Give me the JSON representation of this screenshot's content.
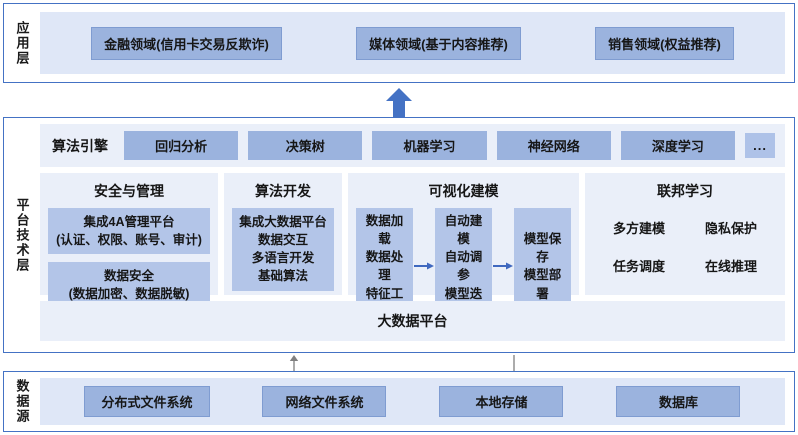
{
  "application_layer": {
    "label": "应用层",
    "chips": [
      {
        "text": "金融领域(信用卡交易反欺诈)"
      },
      {
        "text": "媒体领域(基于内容推荐)"
      },
      {
        "text": "销售领域(权益推荐)"
      }
    ]
  },
  "up_arrow": {
    "name": "up-arrow",
    "color": "#4472c4"
  },
  "platform_layer": {
    "label": "平台技术层",
    "engine": {
      "title": "算法引擎",
      "chips": [
        {
          "text": "回归分析"
        },
        {
          "text": "决策树"
        },
        {
          "text": "机器学习"
        },
        {
          "text": "神经网络"
        },
        {
          "text": "深度学习"
        },
        {
          "text": "..."
        }
      ]
    },
    "cards": [
      {
        "title": "安全与管理",
        "boxes": [
          "集成4A管理平台\n(认证、权限、账号、审计)",
          "数据安全\n(数据加密、数据脱敏)"
        ]
      },
      {
        "title": "算法开发",
        "boxes": [
          "集成大数据平台\n数据交互\n多语言开发\n基础算法"
        ]
      },
      {
        "title": "可视化建模",
        "pipeline": [
          "数据加载\n数据处理\n特征工程",
          "自动建模\n自动调参\n模型迭代",
          "模型保存\n模型部署"
        ]
      },
      {
        "title": "联邦学习",
        "items": [
          "多方建模",
          "隐私保护",
          "任务调度",
          "在线推理"
        ]
      }
    ],
    "bigdata_bar": "大数据平台"
  },
  "connectors": {
    "up": "arrow-up",
    "down": "arrow-down"
  },
  "data_layer": {
    "label": "数据源",
    "chips": [
      {
        "text": "分布式文件系统"
      },
      {
        "text": "网络文件系统"
      },
      {
        "text": "本地存储"
      },
      {
        "text": "数据库"
      }
    ]
  },
  "colors": {
    "panel_border": "#4472c4",
    "chip_blue": "#9bb3de",
    "box_blue": "#b3c5e8",
    "band_light": "#dfe7f7",
    "card_bg": "#eaeff9",
    "arrow_blue": "#4472c4",
    "connector_gray": "#808080"
  }
}
